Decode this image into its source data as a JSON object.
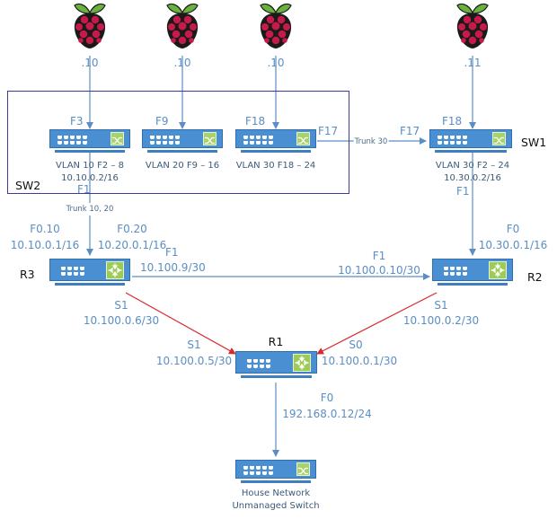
{
  "diagram": {
    "colors": {
      "link": "#5b8ec4",
      "serial_link": "#d9282f",
      "device_body": "#4a8fd2",
      "switch_module": "#a8d36a",
      "router_module": "#9ccc55",
      "group_box": "#3b3b9a",
      "label": "#5b8ec4",
      "device_name": "#111111"
    },
    "raspberry_pis": [
      {
        "id": "pi-1",
        "icon": "raspberry-pi-icon",
        "host": ".10"
      },
      {
        "id": "pi-2",
        "icon": "raspberry-pi-icon",
        "host": ".10"
      },
      {
        "id": "pi-3",
        "icon": "raspberry-pi-icon",
        "host": ".10"
      },
      {
        "id": "pi-4",
        "icon": "raspberry-pi-icon",
        "host": ".11"
      }
    ],
    "sw2": {
      "name": "SW2",
      "units": [
        {
          "port_in": "F3",
          "caption": "VLAN 10 F2 – 8",
          "ip": "10.10.0.2/16",
          "uplink_port": "F1"
        },
        {
          "port_in": "F9",
          "caption": "VLAN 20 F9 – 16"
        },
        {
          "port_in": "F18",
          "caption": "VLAN 30 F18 – 24",
          "trunk_port": "F17"
        }
      ],
      "uplink_label": "Trunk 10, 20"
    },
    "trunk_sw2_sw1": {
      "label": "Trunk 30",
      "sw1_port": "F17"
    },
    "sw1": {
      "name": "SW1",
      "port_in": "F18",
      "caption": "VLAN 30 F2 – 24",
      "ip": "10.30.0.2/16",
      "uplink_port": "F1"
    },
    "r3": {
      "name": "R3",
      "sub1_port": "F0.10",
      "sub1_ip": "10.10.0.1/16",
      "sub2_port": "F0.20",
      "sub2_ip": "10.20.0.1/16",
      "f1_port": "F1",
      "f1_ip": "10.100.9/30",
      "s1_port": "S1",
      "s1_ip": "10.100.0.6/30"
    },
    "r2": {
      "name": "R2",
      "f0_port": "F0",
      "f0_ip": "10.30.0.1/16",
      "f1_port": "F1",
      "f1_ip": "10.100.0.10/30",
      "s1_port": "S1",
      "s1_ip": "10.100.0.2/30"
    },
    "r1": {
      "name": "R1",
      "s1_port": "S1",
      "s1_ip": "10.100.0.5/30",
      "s0_port": "S0",
      "s0_ip": "10.100.0.1/30",
      "f0_port": "F0",
      "f0_ip": "192.168.0.12/24"
    },
    "house_switch": {
      "caption_line1": "House Network",
      "caption_line2": "Unmanaged Switch"
    }
  }
}
